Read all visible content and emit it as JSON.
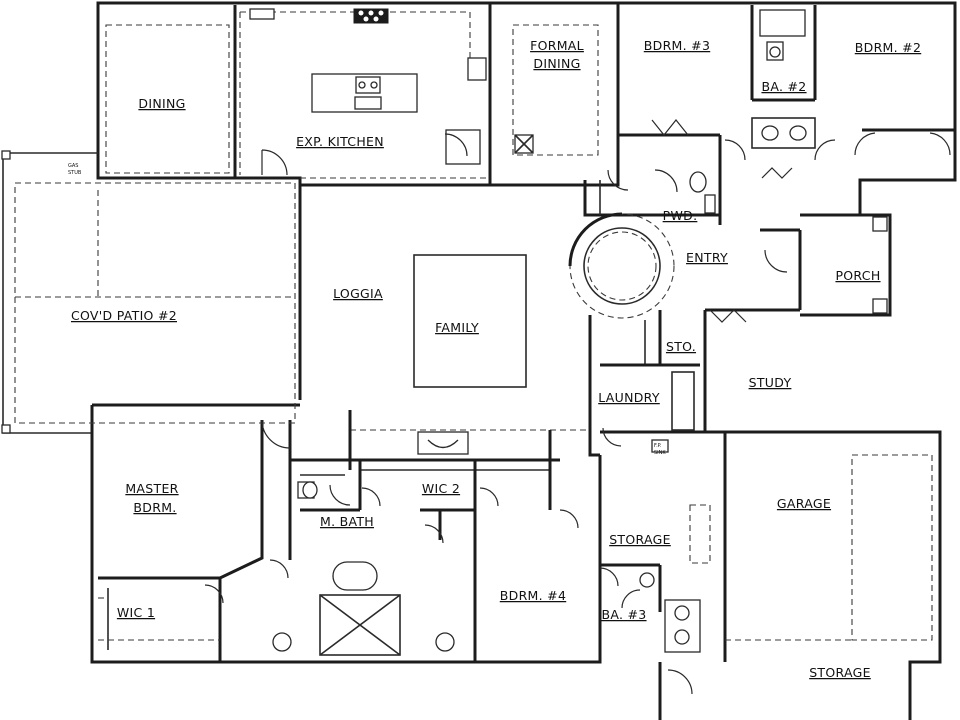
{
  "plan": {
    "rooms": {
      "dining": "DINING",
      "kitchen": "EXP. KITCHEN",
      "formal_dining_1": "FORMAL",
      "formal_dining_2": "DINING",
      "bedroom_3": "BDRM. #3",
      "bedroom_2": "BDRM. #2",
      "bath_2": "BA. #2",
      "powder": "PWD.",
      "entry": "ENTRY",
      "porch": "PORCH",
      "covered_patio": "COV'D PATIO #2",
      "loggia": "LOGGIA",
      "family": "FAMILY",
      "storage_closet": "STO.",
      "laundry": "LAUNDRY",
      "study": "STUDY",
      "master_1": "MASTER",
      "master_2": "BDRM.",
      "wic_2": "WIC 2",
      "master_bath": "M. BATH",
      "wic_1": "WIC 1",
      "bedroom_4": "BDRM. #4",
      "bath_3": "BA. #3",
      "storage_mid": "STORAGE",
      "garage": "GARAGE",
      "storage_garage": "STORAGE"
    },
    "notes": {
      "gas_stub_1": "GAS",
      "gas_stub_2": "STUB",
      "fp_sink_1": "F.P.",
      "fp_sink_2": "SINK"
    }
  }
}
